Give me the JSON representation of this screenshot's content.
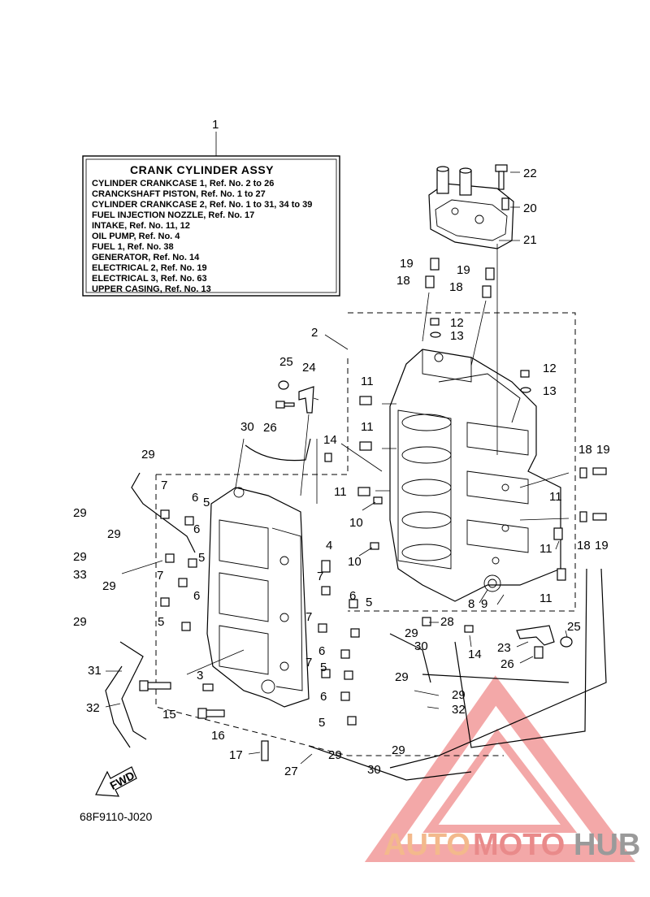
{
  "assembly_box": {
    "ref": "1",
    "title": "CRANK CYLINDER ASSY",
    "lines": [
      "CYLINDER CRANKCASE 1,  Ref. No. 2 to 26",
      "CRANCKSHAFT PISTON,  Ref. No. 1 to 27",
      "CYLINDER CRANKCASE 2,  Ref. No. 1 to 31, 34 to 39",
      "FUEL INJECTION NOZZLE,  Ref. No. 17",
      "INTAKE,  Ref. No. 11, 12",
      "OIL PUMP,  Ref. No. 4",
      "FUEL 1,  Ref. No. 38",
      "GENERATOR,  Ref. No. 14",
      "ELECTRICAL 2,  Ref. No. 19",
      "ELECTRICAL 3,  Ref. No. 63",
      "UPPER CASING,  Ref. No. 13"
    ]
  },
  "callouts": [
    {
      "id": "c22",
      "text": "22"
    },
    {
      "id": "c20",
      "text": "20"
    },
    {
      "id": "c21",
      "text": "21"
    },
    {
      "id": "c19a",
      "text": "19"
    },
    {
      "id": "c19b",
      "text": "19"
    },
    {
      "id": "c18a",
      "text": "18"
    },
    {
      "id": "c18b",
      "text": "18"
    },
    {
      "id": "c2",
      "text": "2"
    },
    {
      "id": "c12a",
      "text": "12"
    },
    {
      "id": "c13a",
      "text": "13"
    },
    {
      "id": "c25a",
      "text": "25"
    },
    {
      "id": "c24",
      "text": "24"
    },
    {
      "id": "c26a",
      "text": "26"
    },
    {
      "id": "c11a",
      "text": "11"
    },
    {
      "id": "c11b",
      "text": "11"
    },
    {
      "id": "c12b",
      "text": "12"
    },
    {
      "id": "c13b",
      "text": "13"
    },
    {
      "id": "c30a",
      "text": "30"
    },
    {
      "id": "c14a",
      "text": "14"
    },
    {
      "id": "c29a",
      "text": "29"
    },
    {
      "id": "c18c",
      "text": "18"
    },
    {
      "id": "c19c",
      "text": "19"
    },
    {
      "id": "c11c",
      "text": "11"
    },
    {
      "id": "c10a",
      "text": "10"
    },
    {
      "id": "c7a",
      "text": "7"
    },
    {
      "id": "c6a",
      "text": "6"
    },
    {
      "id": "c5a",
      "text": "5"
    },
    {
      "id": "c29b",
      "text": "29"
    },
    {
      "id": "c29c",
      "text": "29"
    },
    {
      "id": "c6b",
      "text": "6"
    },
    {
      "id": "c11d",
      "text": "11"
    },
    {
      "id": "c18d",
      "text": "18"
    },
    {
      "id": "c19d",
      "text": "19"
    },
    {
      "id": "c4",
      "text": "4"
    },
    {
      "id": "c10b",
      "text": "10"
    },
    {
      "id": "c11e",
      "text": "11"
    },
    {
      "id": "c29d",
      "text": "29"
    },
    {
      "id": "c5b",
      "text": "5"
    },
    {
      "id": "c33",
      "text": "33"
    },
    {
      "id": "c7b",
      "text": "7"
    },
    {
      "id": "c29e",
      "text": "29"
    },
    {
      "id": "c6c",
      "text": "6"
    },
    {
      "id": "c7c",
      "text": "7"
    },
    {
      "id": "c6d",
      "text": "6"
    },
    {
      "id": "c5c",
      "text": "5"
    },
    {
      "id": "c8",
      "text": "8"
    },
    {
      "id": "c9",
      "text": "9"
    },
    {
      "id": "c11f",
      "text": "11"
    },
    {
      "id": "c29f",
      "text": "29"
    },
    {
      "id": "c5d",
      "text": "5"
    },
    {
      "id": "c7d",
      "text": "7"
    },
    {
      "id": "c28",
      "text": "28"
    },
    {
      "id": "c29g",
      "text": "29"
    },
    {
      "id": "c25b",
      "text": "25"
    },
    {
      "id": "c14b",
      "text": "14"
    },
    {
      "id": "c30b",
      "text": "30"
    },
    {
      "id": "c23",
      "text": "23"
    },
    {
      "id": "c6e",
      "text": "6"
    },
    {
      "id": "c26b",
      "text": "26"
    },
    {
      "id": "c7e",
      "text": "7"
    },
    {
      "id": "c5e",
      "text": "5"
    },
    {
      "id": "c31",
      "text": "31"
    },
    {
      "id": "c3",
      "text": "3"
    },
    {
      "id": "c29h",
      "text": "29"
    },
    {
      "id": "c6f",
      "text": "6"
    },
    {
      "id": "c29i",
      "text": "29"
    },
    {
      "id": "c32a",
      "text": "32"
    },
    {
      "id": "c15",
      "text": "15"
    },
    {
      "id": "c32b",
      "text": "32"
    },
    {
      "id": "c5f",
      "text": "5"
    },
    {
      "id": "c16",
      "text": "16"
    },
    {
      "id": "c29j",
      "text": "29"
    },
    {
      "id": "c17",
      "text": "17"
    },
    {
      "id": "c29k",
      "text": "29"
    },
    {
      "id": "c27",
      "text": "27"
    },
    {
      "id": "c30c",
      "text": "30"
    }
  ],
  "fwd_label": "FWD",
  "diagram_code": "68F9110-J020",
  "watermark": {
    "part1": "AUTO",
    "part2": "MOTO",
    "part3": "HUB",
    "colors": {
      "auto": "#f3b98c",
      "moto": "#e98a8a",
      "hub": "#9a9a9a",
      "triangle": "#ef8c8c"
    }
  }
}
